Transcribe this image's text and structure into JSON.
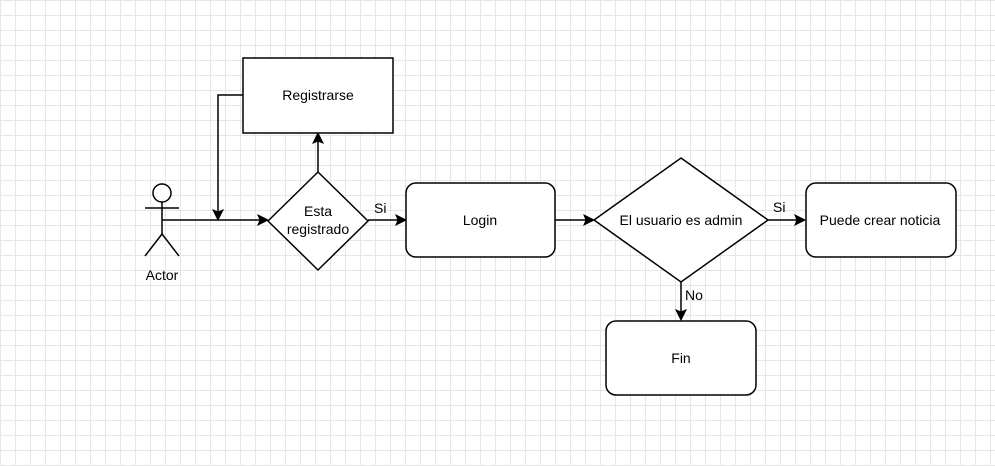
{
  "diagram": {
    "nodes": {
      "actor": {
        "label": "Actor"
      },
      "registrarse": {
        "label": "Registrarse"
      },
      "esta_registrado": {
        "label_line1": "Esta",
        "label_line2": "registrado"
      },
      "login": {
        "label": "Login"
      },
      "usuario_admin": {
        "label": "El usuario es admin"
      },
      "puede_crear": {
        "label": "Puede crear noticia"
      },
      "fin": {
        "label": "Fin"
      }
    },
    "edges": {
      "registrado_to_login": {
        "label": "Si"
      },
      "admin_to_noticia": {
        "label": "Si"
      },
      "admin_to_fin": {
        "label": "No"
      }
    }
  },
  "colors": {
    "stroke": "#000000",
    "fill": "#ffffff",
    "grid": "#e6e6e6"
  }
}
